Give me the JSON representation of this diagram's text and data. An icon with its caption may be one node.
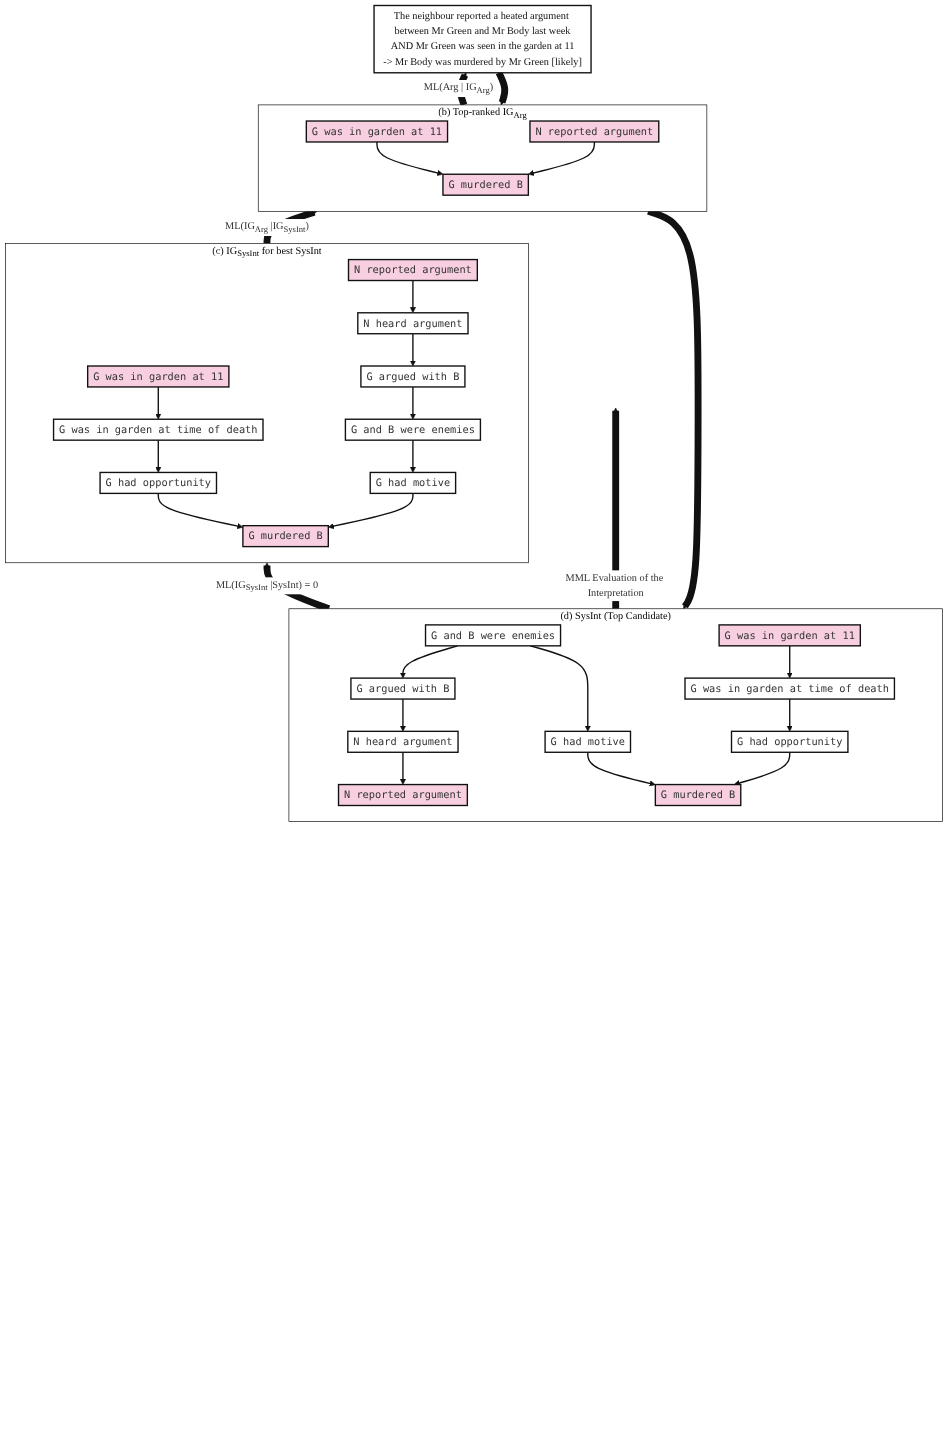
{
  "diagram": {
    "nodes": [
      {
        "text": [
          "The neighbour reported a heated argument between Mr Green and Mr Body last week",
          "AND Mr Green was seen in the garden at 11",
          "-> Mr Body was murdered by Mr Green [likely]"
        ]
      },
      {
        "text": [
          "(b) Top-ranked IG$_{Arg}$"
        ]
      },
      {
        "text": [
          "G was in garden at 11"
        ],
        "in": 1
      },
      {
        "text": [
          "N reported argument"
        ],
        "in": 1
      },
      {
        "text": [
          "G murdered B"
        ],
        "in": 1
      },
      {
        "text": [
          "(c) IG$_{SysInt}$ for best SysInt"
        ]
      },
      {
        "text": [
          "N reported argument"
        ],
        "in": 5
      },
      {
        "text": [
          "N heard argument"
        ],
        "in": 5
      },
      {
        "text": [
          "G was in garden at 11"
        ],
        "in": 5
      },
      {
        "text": [
          "G argued with B"
        ],
        "in": 5
      },
      {
        "text": [
          "G was in garden at time of death"
        ],
        "in": 5
      },
      {
        "text": [
          "G and B were enemies"
        ],
        "in": 5
      },
      {
        "text": [
          "G had opportunity"
        ],
        "in": 5
      },
      {
        "text": [
          "G had motive"
        ],
        "in": 5
      },
      {
        "text": [
          "G murdered B"
        ],
        "in": 5
      },
      {
        "text": [
          "(d) SysInt (Top Candidate)"
        ]
      },
      {
        "text": [
          "N reported argument"
        ],
        "in": 15
      },
      {
        "text": [
          "N heard argument"
        ],
        "in": 15
      },
      {
        "text": [
          "G was in garden at 11"
        ],
        "in": 15
      },
      {
        "text": [
          "G argued with B"
        ],
        "in": 15
      },
      {
        "text": [
          "G was in garden at time of death"
        ],
        "in": 15
      },
      {
        "text": [
          "G and B were enemies"
        ],
        "in": 15
      },
      {
        "text": [
          "G had opportunity"
        ],
        "in": 15
      },
      {
        "text": [
          "G had motive"
        ],
        "in": 15
      },
      {
        "text": [
          "G murdered B"
        ],
        "in": 15
      }
    ],
    "edges": [
      {
        "from": 2,
        "to": 4,
        "arrow": "to"
      },
      {
        "from": 3,
        "to": 4,
        "arrow": "to"
      },
      {
        "from": 6,
        "to": 7,
        "arrow": "to"
      },
      {
        "from": 7,
        "to": 9,
        "arrow": "to"
      },
      {
        "from": 9,
        "to": 11,
        "arrow": "to"
      },
      {
        "from": 11,
        "to": 13,
        "arrow": "to"
      },
      {
        "from": 8,
        "to": 10,
        "arrow": "to"
      },
      {
        "from": 10,
        "to": 12,
        "arrow": "to"
      },
      {
        "from": 12,
        "to": 14,
        "arrow": "to"
      },
      {
        "from": 13,
        "to": 14,
        "arrow": "to"
      },
      {
        "from": 18,
        "to": 20,
        "arrow": "to"
      },
      {
        "from": 20,
        "to": 22,
        "arrow": "to"
      },
      {
        "from": 22,
        "to": 24,
        "arrow": "to"
      },
      {
        "from": 21,
        "to": 19,
        "arrow": "to"
      },
      {
        "from": 19,
        "to": 17,
        "arrow": "to"
      },
      {
        "from": 17,
        "to": 16,
        "arrow": "to"
      },
      {
        "from": 21,
        "to": 23,
        "arrow": "to"
      },
      {
        "from": 23,
        "to": 24,
        "arrow": "to"
      },
      {
        "from": 1,
        "to": 0,
        "arrow": "to",
        "style": "thick",
        "label": "ML(Arg | IG$_{Arg}$)"
      },
      {
        "from": 5,
        "to": 1,
        "arrow": "to",
        "style": "thick",
        "label": "ML(IG$_{Arg}$ |IG$_{SysInt}$)"
      },
      {
        "from": 15,
        "to": 5,
        "arrow": "to",
        "style": "thick",
        "label": "ML(IG$_{SysInt}$ |SysInt) = 0"
      },
      {
        "from": 0,
        "to": 1,
        "arrow": "to",
        "style": "thick"
      },
      {
        "from": 1,
        "to": 15,
        "arrow": "to",
        "style": "thick"
      },
      {
        "from": 15,
        "to": null,
        "arrow": "to",
        "style": "thick",
        "label": "MML Evaluation of the Interpretation"
      }
    ]
  }
}
